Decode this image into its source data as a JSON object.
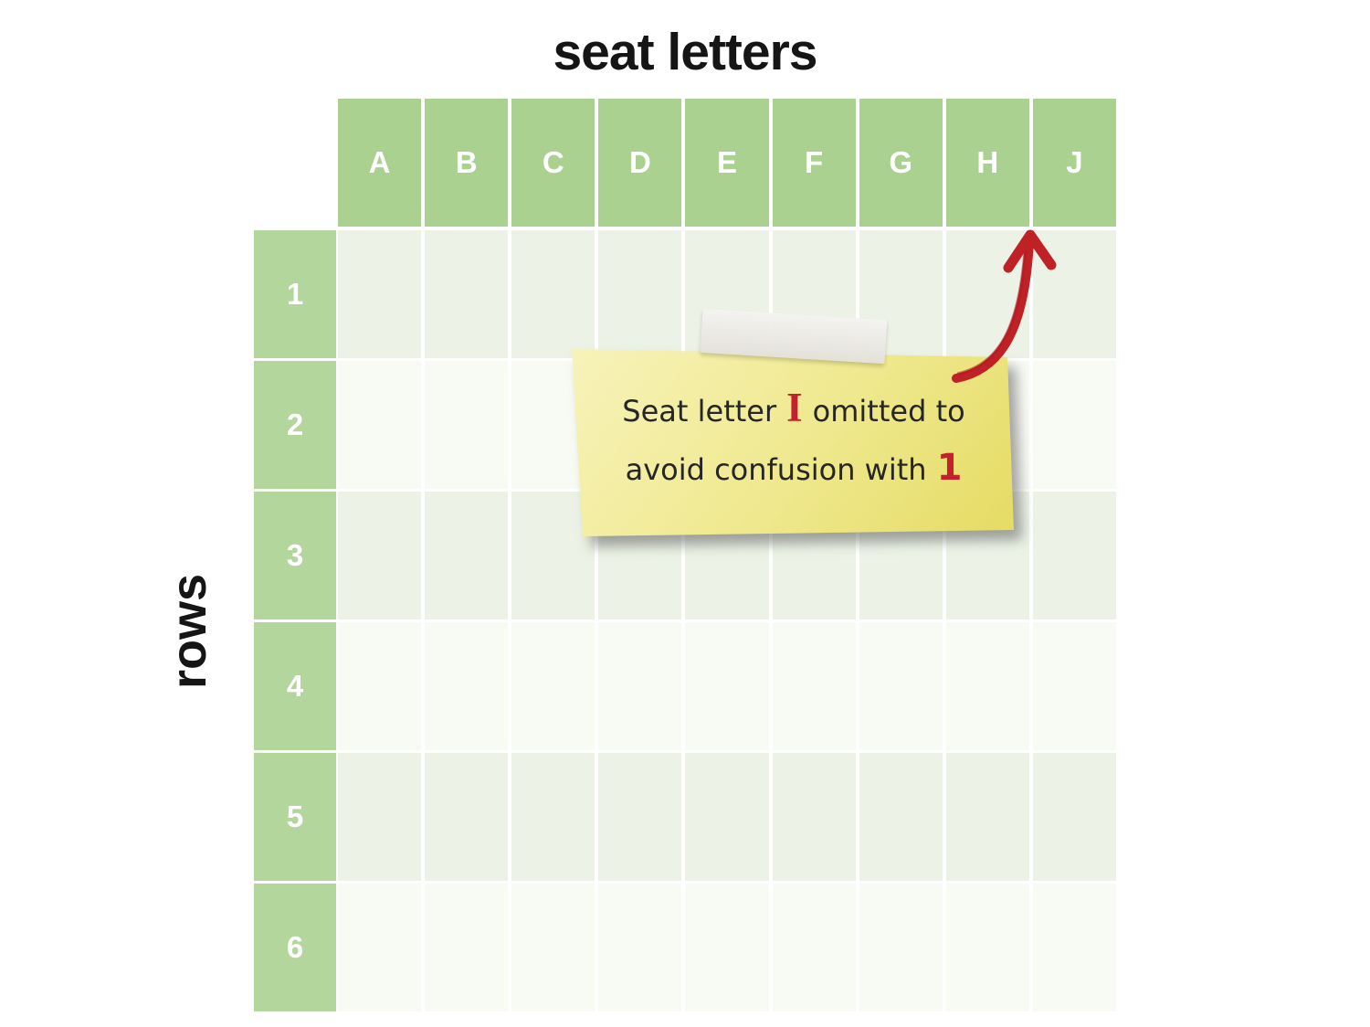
{
  "title": "seat letters",
  "rows_label": "rows",
  "columns": [
    "A",
    "B",
    "C",
    "D",
    "E",
    "F",
    "G",
    "H",
    "J"
  ],
  "rows": [
    "1",
    "2",
    "3",
    "4",
    "5",
    "6"
  ],
  "note": {
    "line1_before": "Seat letter",
    "line1_red": "I",
    "line1_after": "omitted to",
    "line2_before": "avoid confusion with",
    "line2_red": "1"
  },
  "arrow": {
    "name": "curved-arrow-up",
    "points_at": "gap between H and J",
    "color": "#bf2127"
  },
  "colors": {
    "header-green": "#abd191",
    "row-header-green": "#b2d69c",
    "cell-tint-green": "#ecf3e6",
    "cell-tint-white": "#f8faf4",
    "note-yellow-light": "#f7f3ba",
    "note-yellow-deep": "#e5db63",
    "accent-red": "#c2232a"
  }
}
